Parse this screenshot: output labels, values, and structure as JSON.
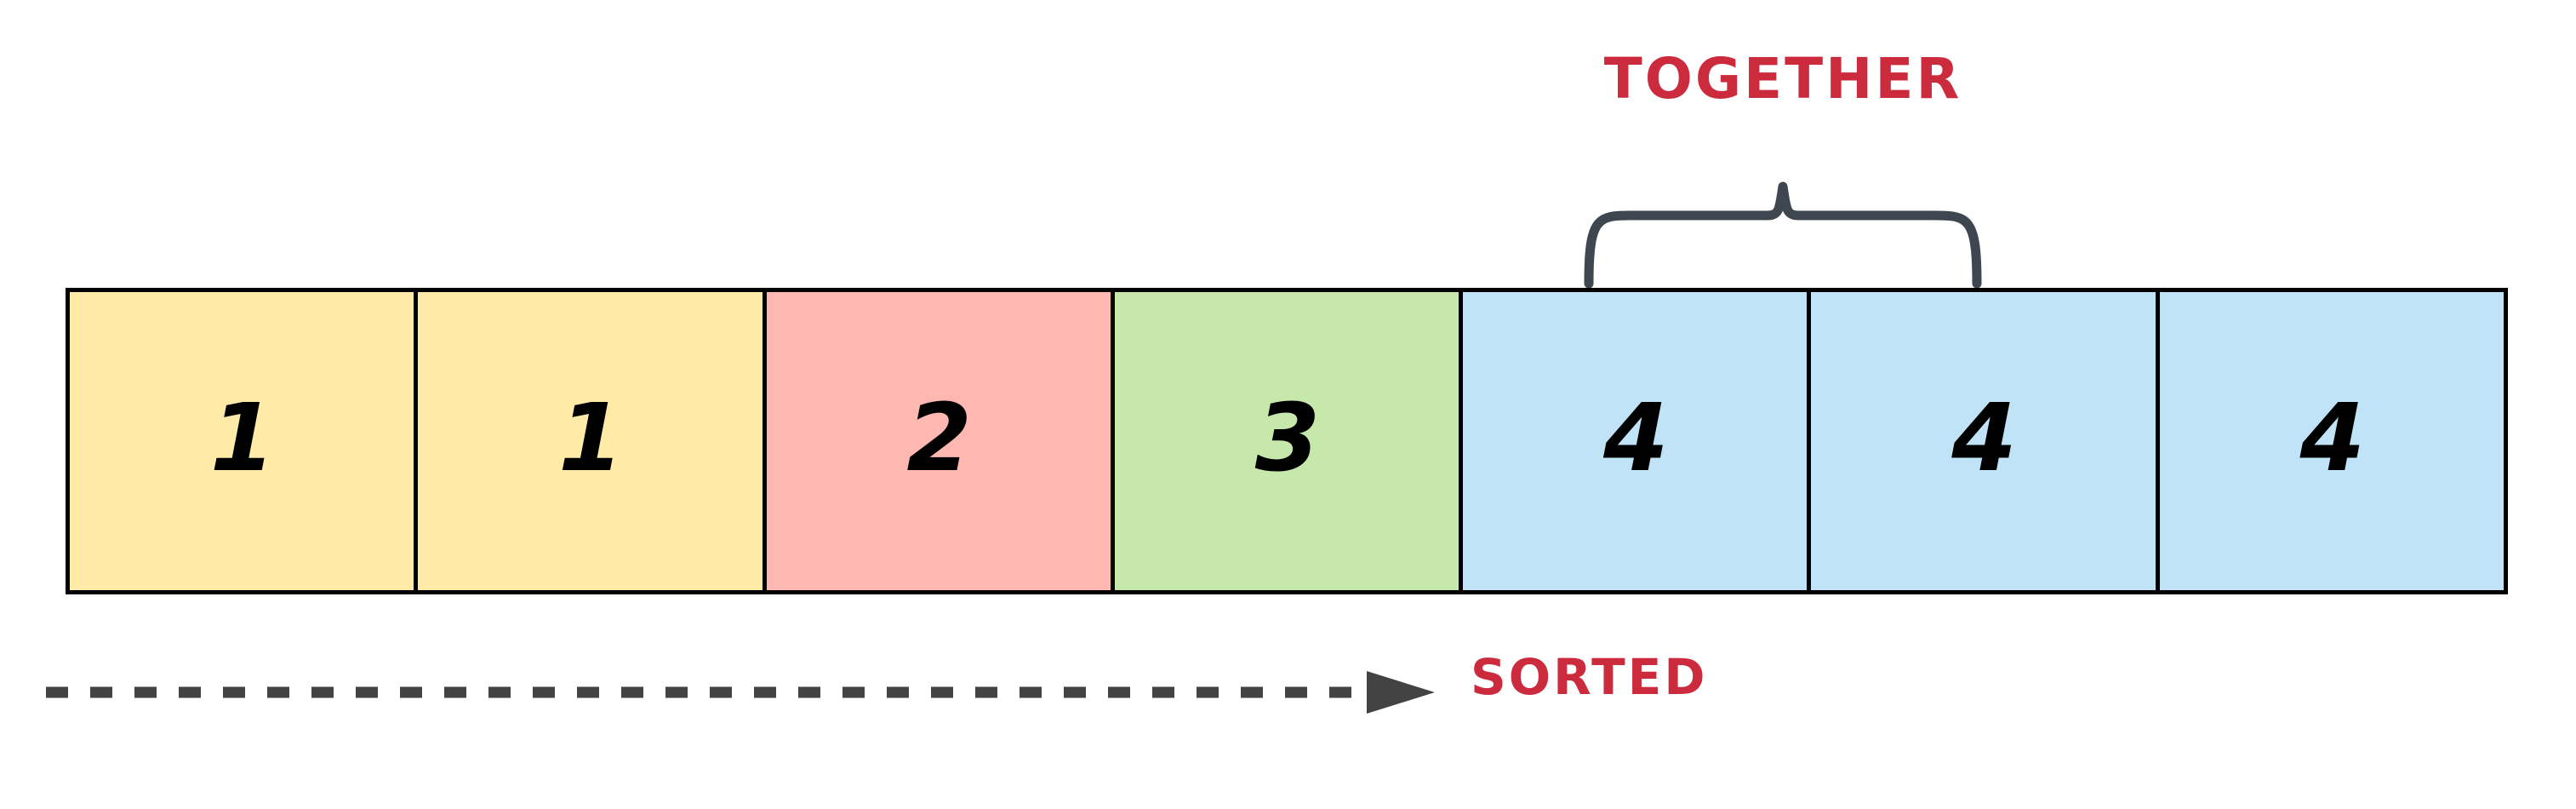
{
  "diagram": {
    "title": "sorted-array-duplicate-grouping",
    "background_color": "#ffffff",
    "accent_color": "#cc2b3d",
    "line_color": "#3e4750",
    "border_color": "#000000"
  },
  "array": {
    "cells": [
      {
        "value": "1",
        "color": "#ffeaa8",
        "group": "ones"
      },
      {
        "value": "1",
        "color": "#ffeaa8",
        "group": "ones"
      },
      {
        "value": "2",
        "color": "#ffb8b1",
        "group": "twos"
      },
      {
        "value": "3",
        "color": "#c6e8ab",
        "group": "threes"
      },
      {
        "value": "4",
        "color": "#c0e3f7",
        "group": "fours"
      },
      {
        "value": "4",
        "color": "#c0e3f7",
        "group": "fours"
      },
      {
        "value": "4",
        "color": "#c0e3f7",
        "group": "fours"
      }
    ]
  },
  "annotations": {
    "together": {
      "label": "TOGETHER",
      "color": "#cc2b3d",
      "brace_spans_cells": [
        4,
        5,
        6
      ]
    },
    "sorted": {
      "label": "SORTED",
      "color": "#cc2b3d",
      "arrow_style": "dashed",
      "arrow_color": "#434343",
      "direction": "left-to-right"
    }
  }
}
